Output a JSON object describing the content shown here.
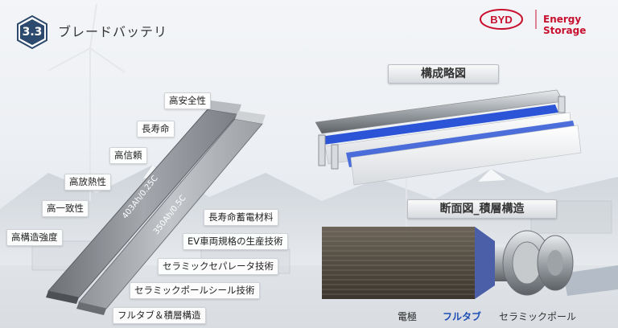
{
  "header": {
    "section_number": "3.3",
    "title": "ブレードバッテリ"
  },
  "logo": {
    "brand": "BYD",
    "subtitle": "Energy Storage",
    "color": "#c8102e"
  },
  "battery": {
    "cell_left_label": "403Ah/0.25C",
    "cell_right_label": "350Ah/0.5C"
  },
  "features_left": [
    "高安全性",
    "長寿命",
    "高信頼",
    "高放熱性",
    "高一致性",
    "高構造強度"
  ],
  "technologies": [
    "長寿命蓄電材料",
    "EV車両規格の生産技術",
    "セラミックセパレータ技術",
    "セラミックポールシール技術",
    "フルタブ＆積層構造"
  ],
  "diagram": {
    "structure_label": "構成略図",
    "cross_section_label": "断面図_積層構造"
  },
  "legend": {
    "electrode": "電極",
    "full_tab": "フルタブ",
    "ceramic_pole": "セラミックポール",
    "full_tab_color": "#1f4fb5"
  },
  "colors": {
    "badge": "#2c4a6e",
    "accent_blue": "#2b55d6"
  }
}
